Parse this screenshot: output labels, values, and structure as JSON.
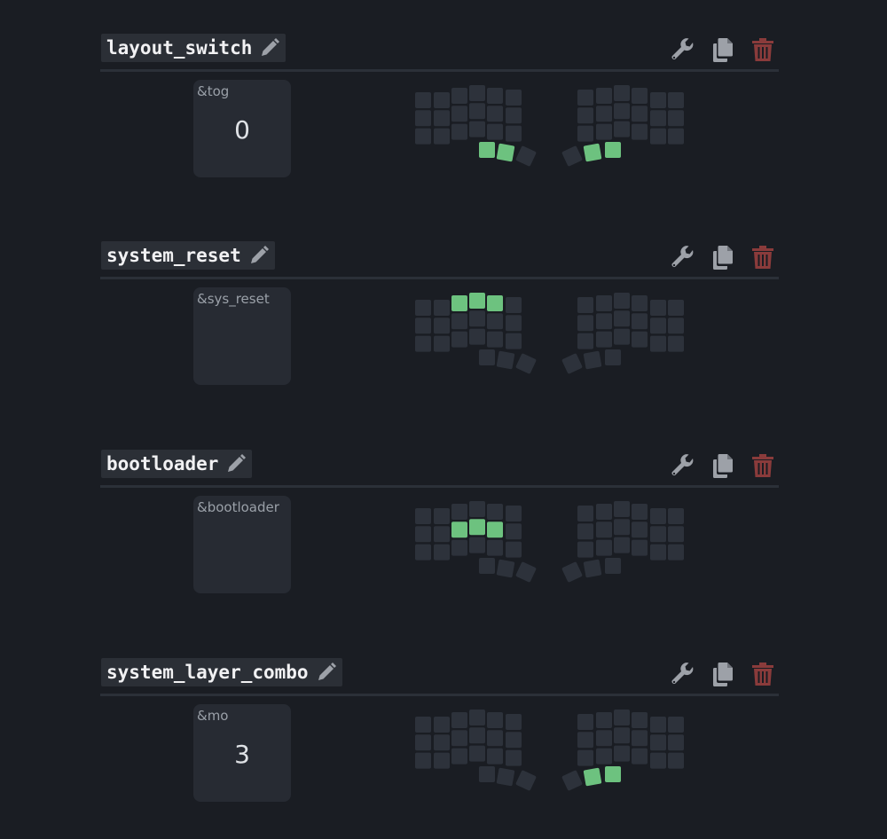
{
  "icons": {
    "edit": "pencil-icon",
    "configure": "wrench-icon",
    "duplicate": "copy-icon",
    "delete": "trash-icon"
  },
  "colors": {
    "background": "#1a1d23",
    "key_inactive": "#2d323b",
    "key_active": "#6dc27f",
    "delete_icon": "#8a3b3b",
    "action_icon": "#9da1a8"
  },
  "combos": [
    {
      "name": "layout_switch",
      "binding": {
        "behavior": "&tog",
        "param": "0"
      },
      "active_keys": [
        36,
        37,
        40,
        41
      ]
    },
    {
      "name": "system_reset",
      "binding": {
        "behavior": "&sys_reset",
        "param": ""
      },
      "active_keys": [
        2,
        3,
        4
      ]
    },
    {
      "name": "bootloader",
      "binding": {
        "behavior": "&bootloader",
        "param": ""
      },
      "active_keys": [
        14,
        15,
        16
      ]
    },
    {
      "name": "system_layer_combo",
      "binding": {
        "behavior": "&mo",
        "param": "3"
      },
      "active_keys": [
        40,
        41
      ]
    }
  ]
}
